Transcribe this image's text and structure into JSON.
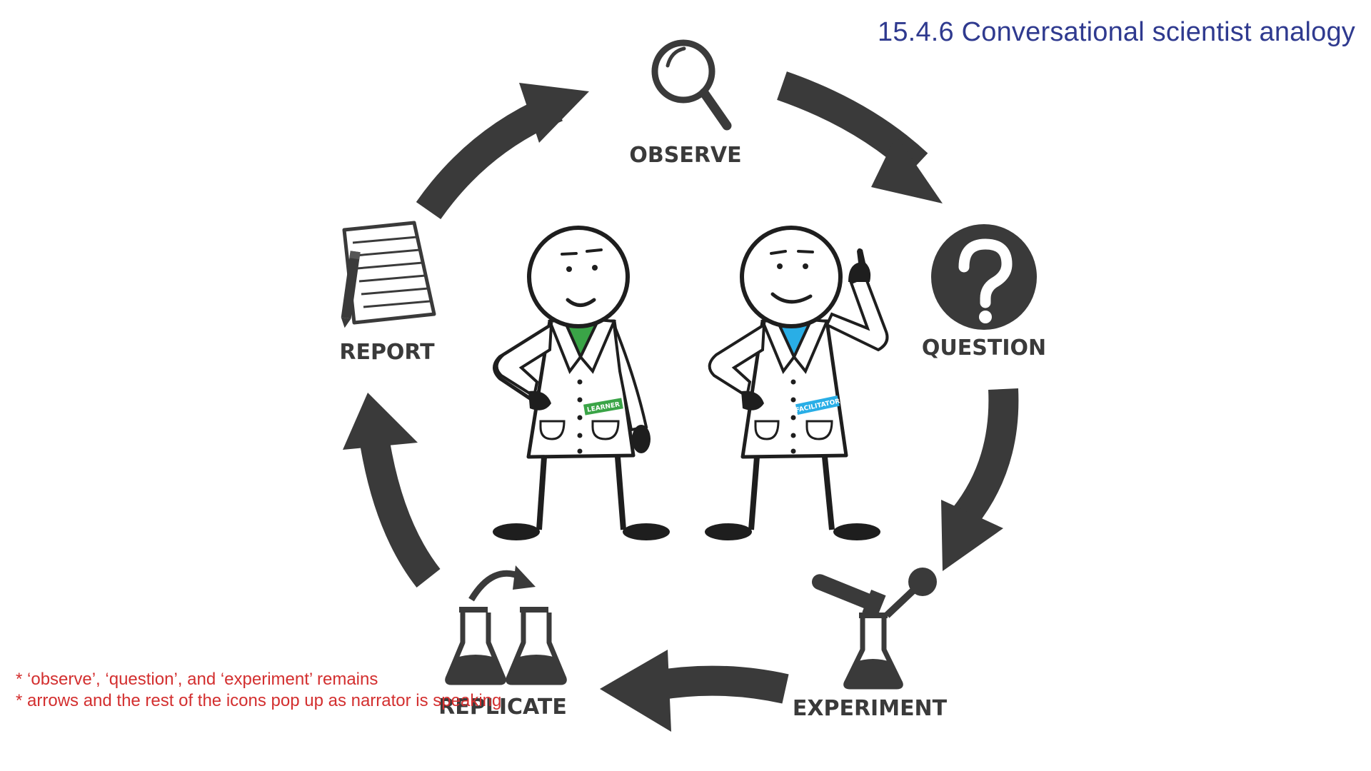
{
  "title": "15.4.6 Conversational scientist analogy",
  "stages": {
    "observe": "OBSERVE",
    "question": "QUESTION",
    "experiment": "EXPERIMENT",
    "replicate": "REPLICATE",
    "report": "REPORT"
  },
  "characters": {
    "learner_badge": "LEARNER",
    "facilitator_badge": "FACILITATOR"
  },
  "notes": [
    "* ‘observe’, ‘question’, and ‘experiment’ remains",
    "* arrows and the rest of the icons pop up as narrator is speaking"
  ],
  "colors": {
    "title": "#2f3a8f",
    "notes": "#d32f2f",
    "dark": "#3a3a3a",
    "learner_accent": "#3aa447",
    "facilitator_accent": "#29aee6"
  }
}
